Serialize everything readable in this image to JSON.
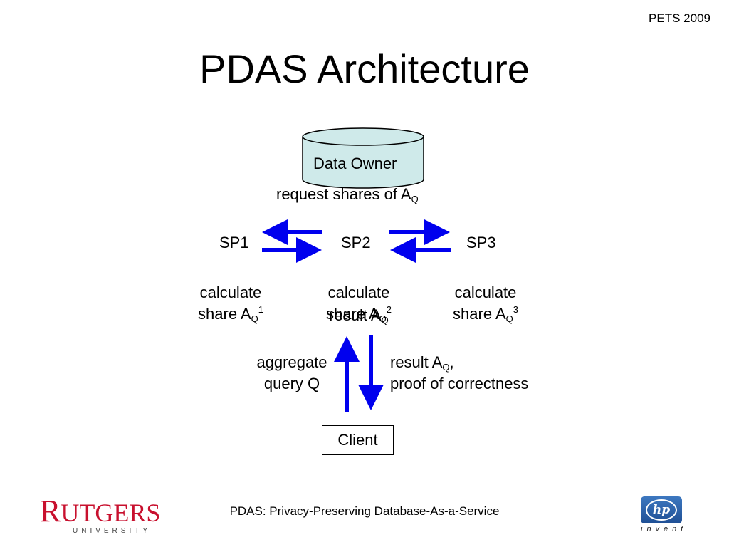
{
  "header": {
    "conference": "PETS 2009",
    "title": "PDAS Architecture"
  },
  "nodes": {
    "data_owner": "Data Owner",
    "sp1": "SP1",
    "sp2": "SP2",
    "sp3": "SP3",
    "client": "Client"
  },
  "labels": {
    "request_prefix": "request shares of A",
    "request_sub": "Q",
    "calc_word": "calculate",
    "share_word": "share A",
    "result_word": "result A",
    "q_sub": "Q",
    "sp1_sup": "1",
    "sp2_sup": "2",
    "sp3_sup": "3",
    "aggregate_line1": "aggregate",
    "aggregate_line2": "query Q",
    "result_line1_prefix": "result A",
    "result_line1_sub": "Q",
    "result_line1_suffix": ",",
    "result_line2": "proof of correctness"
  },
  "colors": {
    "arrow": "#0000ee",
    "cylinder_fill": "#cfeaea",
    "rutgers_red": "#c8102e"
  },
  "footer": {
    "caption": "PDAS: Privacy-Preserving Database-As-a-Service",
    "rutgers_initial": "R",
    "rutgers_rest": "UTGERS",
    "rutgers_sub": "UNIVERSITY",
    "hp_mark": "hp",
    "hp_tagline": "invent"
  }
}
